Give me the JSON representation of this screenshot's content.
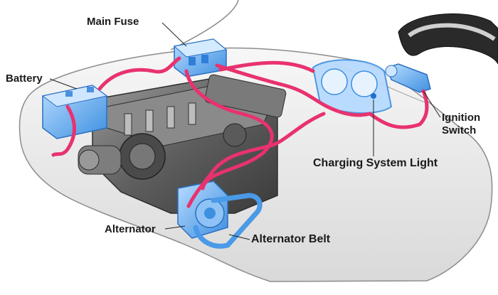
{
  "labels": {
    "main_fuse": "Main Fuse",
    "battery": "Battery",
    "ignition_switch_line1": "Ignition",
    "ignition_switch_line2": "Switch",
    "charging_system_light": "Charging System Light",
    "alternator": "Alternator",
    "alternator_belt": "Alternator Belt"
  },
  "colors": {
    "wire": "#e8326e",
    "component_blue": "#5aa8f0",
    "engine_gray": "#6b6b6b",
    "body_outline": "#8c8c8c"
  }
}
